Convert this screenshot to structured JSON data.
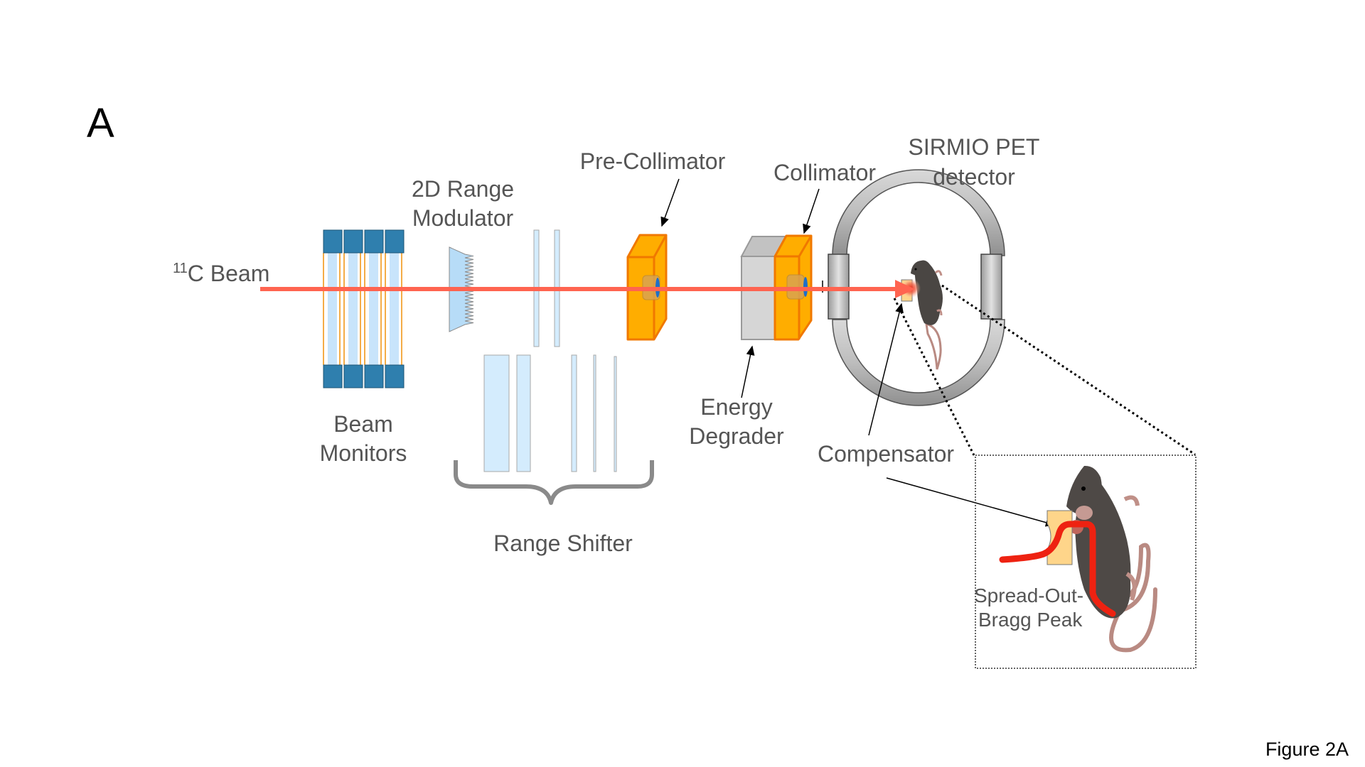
{
  "panel_label": "A",
  "figure_caption": "Figure 2A",
  "beam": {
    "isotope_mass": "11",
    "label": "C Beam",
    "color": "#ff6450"
  },
  "labels": {
    "beam_monitors": [
      "Beam",
      "Monitors"
    ],
    "range_modulator": [
      "2D Range",
      "Modulator"
    ],
    "pre_collimator": "Pre-Collimator",
    "collimator": "Collimator",
    "pet_detector": [
      "SIRMIO PET",
      "detector"
    ],
    "energy_degrader": [
      "Energy",
      "Degrader"
    ],
    "compensator": "Compensator",
    "range_shifter": "Range Shifter",
    "sobp": [
      "Spread-Out-",
      "Bragg Peak"
    ]
  },
  "colors": {
    "monitor_block": "#2f7fae",
    "monitor_plate": "#c8e4fb",
    "monitor_wire": "#f0900a",
    "collimator_fill": "#ffad00",
    "collimator_edge": "#f07800",
    "degrader_fill": "#d6d6d6",
    "ring": "#c8c8c8",
    "text": "#555555",
    "sobp": "#ee2211",
    "compensator": "#fed58a"
  }
}
